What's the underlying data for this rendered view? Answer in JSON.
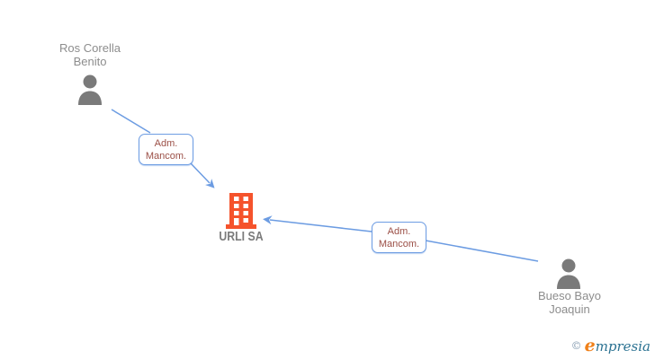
{
  "diagram": {
    "company": {
      "label": "URLI SA",
      "icon": "building-icon",
      "icon_color": "#f5532c"
    },
    "persons": [
      {
        "id": "person-top-left",
        "label_lines": [
          "Ros Corella",
          "Benito"
        ],
        "icon": "person-icon"
      },
      {
        "id": "person-bottom-right",
        "label_lines": [
          "Bueso Bayo",
          "Joaquin"
        ],
        "icon": "person-icon"
      }
    ],
    "edges": [
      {
        "from": "Ros Corella Benito",
        "to": "URLI SA",
        "label_lines": [
          "Adm.",
          "Mancom."
        ]
      },
      {
        "from": "Bueso Bayo Joaquin",
        "to": "URLI SA",
        "label_lines": [
          "Adm.",
          "Mancom."
        ]
      }
    ],
    "colors": {
      "connector_line": "#6c9ce2",
      "edge_label_border": "#6e9de3",
      "edge_label_text": "#9b4f46",
      "person_icon": "#7a7a7a",
      "person_text": "#8d8d8d",
      "company_icon": "#f5532c",
      "company_text": "#7b7b7b"
    }
  },
  "footer": {
    "copyright_symbol": "©",
    "brand_initial": "e",
    "brand_rest": "mpresia"
  }
}
